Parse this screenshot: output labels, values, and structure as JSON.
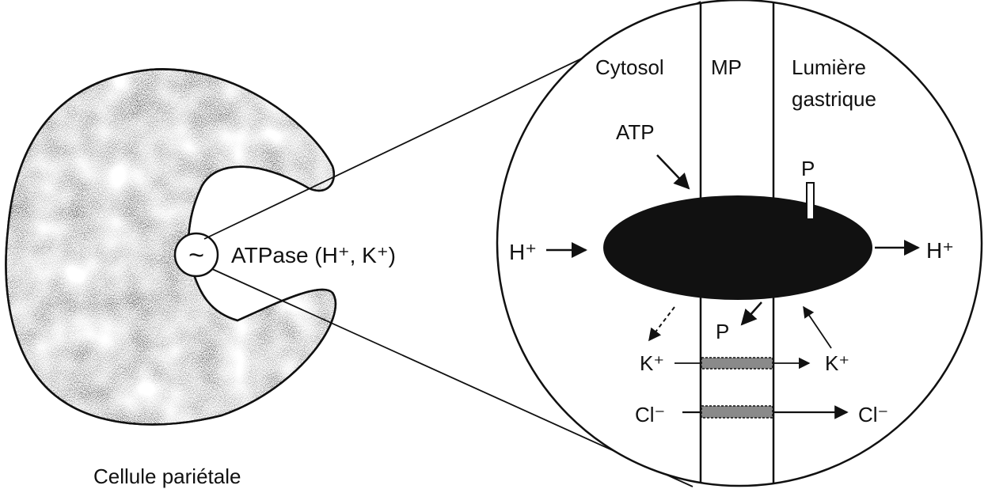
{
  "cell": {
    "name": "Cellule pariétale",
    "pump_label": "ATPase (H⁺, K⁺)",
    "pump_symbol": "~"
  },
  "inset": {
    "regions": {
      "cytosol": "Cytosol",
      "membrane": "MP",
      "lumen_line1": "Lumière",
      "lumen_line2": "gastrique"
    },
    "atp": "ATP",
    "phosphate_top": "P",
    "phosphate_bottom": "P",
    "h_in": "H⁺",
    "h_out": "H⁺",
    "k_in": "K⁺",
    "k_out": "K⁺",
    "cl_in": "Cl⁻",
    "cl_out": "Cl⁻"
  },
  "colors": {
    "ink": "#111111",
    "paper": "#ffffff",
    "stipple": "#1a1a1a"
  }
}
